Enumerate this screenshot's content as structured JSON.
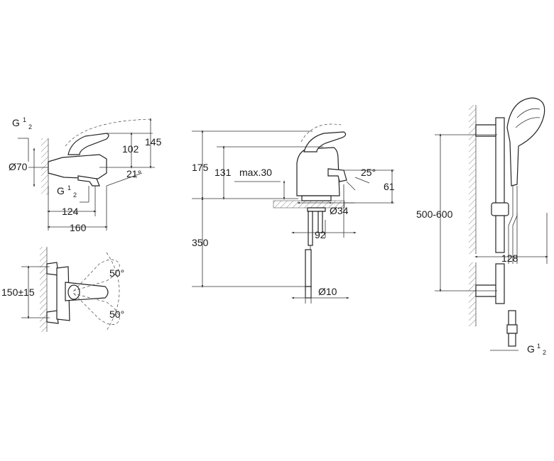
{
  "bath_mixer": {
    "thread_label": "G",
    "thread_num": "1",
    "thread_den": "2",
    "thread_label_lower": "G",
    "thread_num_lower": "1",
    "thread_den_lower": "2",
    "dia_label": "Ø70",
    "dim_102": "102",
    "dim_145": "145",
    "angle": "21°",
    "dim_124": "124",
    "dim_160": "160"
  },
  "bath_front": {
    "dim_spacing": "150±15",
    "angle_top": "50°",
    "angle_bottom": "50°"
  },
  "basin_mixer": {
    "dim_175": "175",
    "dim_131": "131",
    "max_label": "max.30",
    "angle": "25°",
    "dim_61": "61",
    "dia_34": "Ø34",
    "dim_92": "92",
    "dim_350": "350",
    "dia_10": "Ø10"
  },
  "shower_rail": {
    "range_label": "500-600",
    "dim_128": "128",
    "thread_label": "G",
    "thread_num": "1",
    "thread_den": "2"
  }
}
